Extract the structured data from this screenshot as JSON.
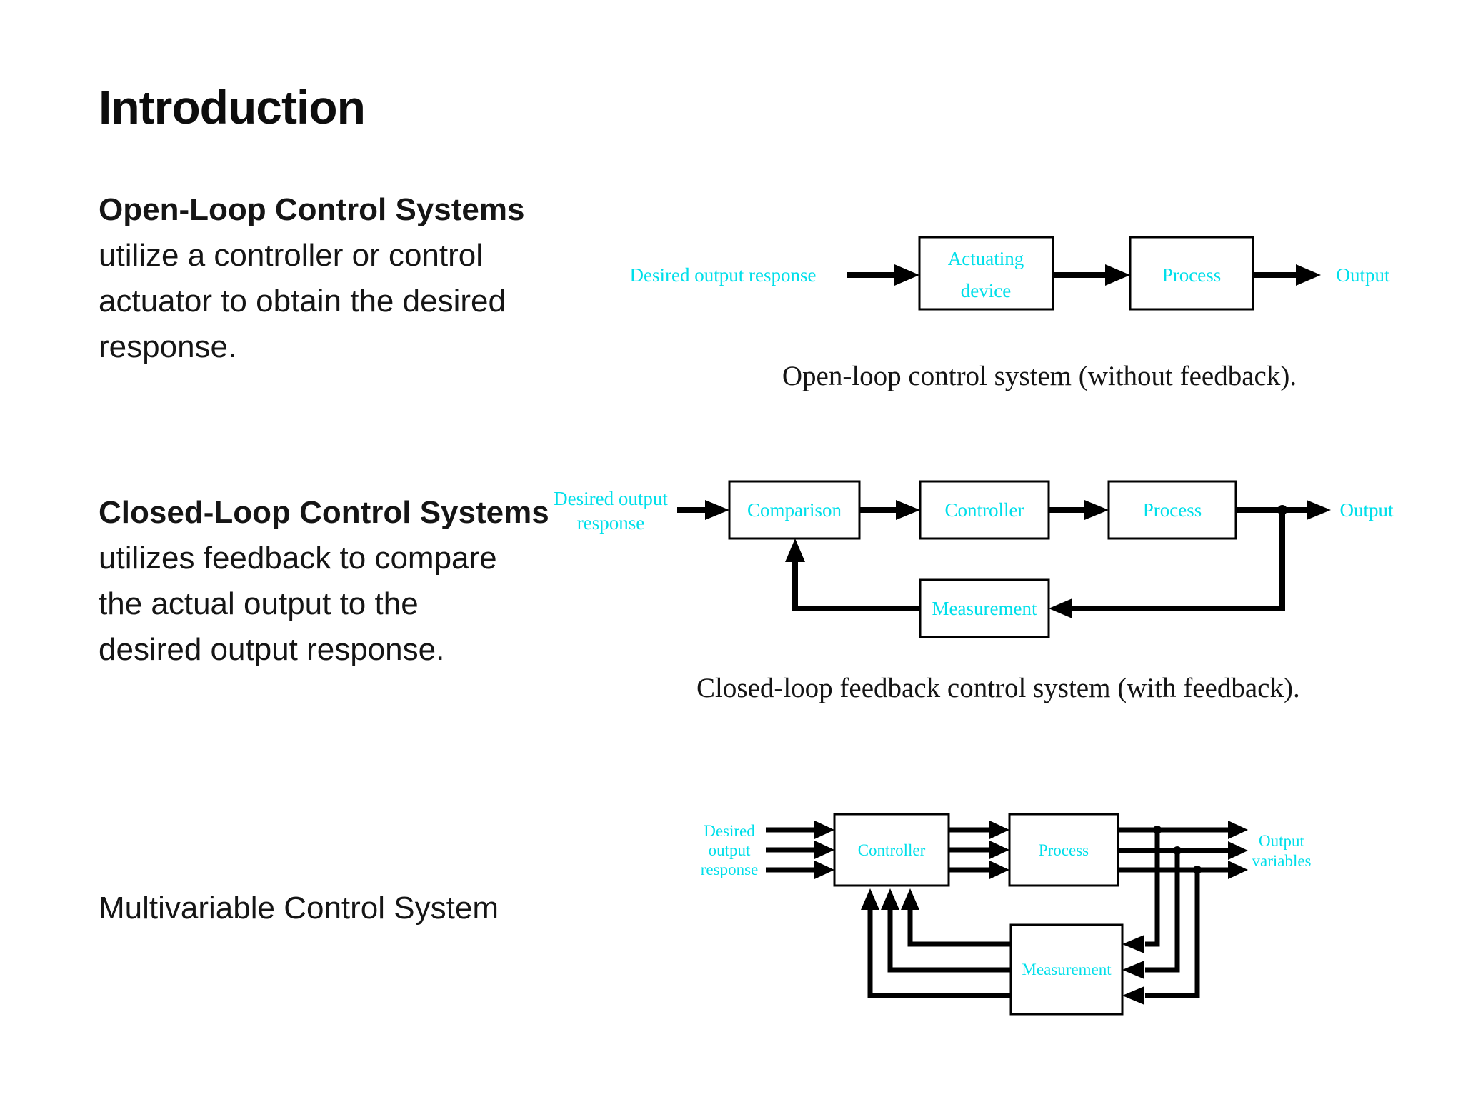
{
  "slide": {
    "title": "Introduction",
    "colors": {
      "accent_cyan": "#00dfea",
      "text": "#111111",
      "background": "#ffffff"
    },
    "sections": [
      {
        "heading": "Open-Loop Control Systems",
        "lines": [
          "utilize a controller or control",
          "actuator to obtain the desired",
          "response."
        ]
      },
      {
        "heading": "Closed-Loop Control Systems",
        "lines": [
          "utilizes feedback to compare",
          "the actual output to the",
          "desired output response."
        ]
      },
      {
        "heading": "",
        "lines": [
          "Multivariable Control System"
        ]
      }
    ]
  },
  "diagram_open_loop": {
    "input_label": "Desired output response",
    "box_actuating_line1": "Actuating",
    "box_actuating_line2": "device",
    "box_process": "Process",
    "output_label": "Output",
    "caption": "Open-loop control system (without feedback)."
  },
  "diagram_closed_loop": {
    "input_line1": "Desired output",
    "input_line2": "response",
    "box_comparison": "Comparison",
    "box_controller": "Controller",
    "box_process": "Process",
    "box_measurement": "Measurement",
    "output_label": "Output",
    "caption": "Closed-loop feedback control system (with feedback)."
  },
  "diagram_multivariable": {
    "input_line1": "Desired",
    "input_line2": "output",
    "input_line3": "response",
    "box_controller": "Controller",
    "box_process": "Process",
    "box_measurement": "Measurement",
    "output_line1": "Output",
    "output_line2": "variables"
  }
}
